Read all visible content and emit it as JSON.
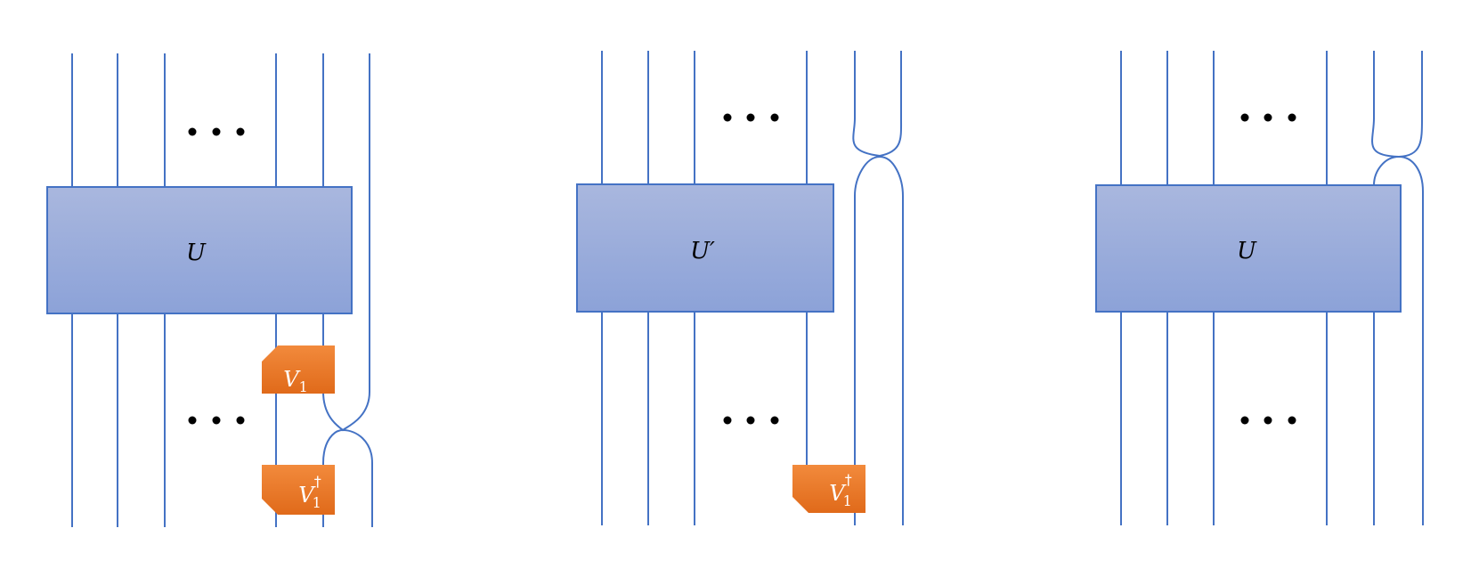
{
  "colors": {
    "wire": "#4472C4",
    "box_fill_top": "#A9B7DE",
    "box_fill_bottom": "#8CA2D8",
    "tag_fill_top": "#F28A3C",
    "tag_fill_bottom": "#E06A1A",
    "text": "#000000"
  },
  "panels": [
    {
      "gate_label": "U",
      "gate_prime": "",
      "tags": [
        {
          "letter": "V",
          "subscript": "1",
          "superscript": ""
        },
        {
          "letter": "V",
          "subscript": "1",
          "superscript": "†"
        }
      ]
    },
    {
      "gate_label": "U",
      "gate_prime": "′",
      "tags": [
        {
          "letter": "V",
          "subscript": "1",
          "superscript": "†"
        }
      ]
    },
    {
      "gate_label": "U",
      "gate_prime": "",
      "tags": []
    }
  ]
}
